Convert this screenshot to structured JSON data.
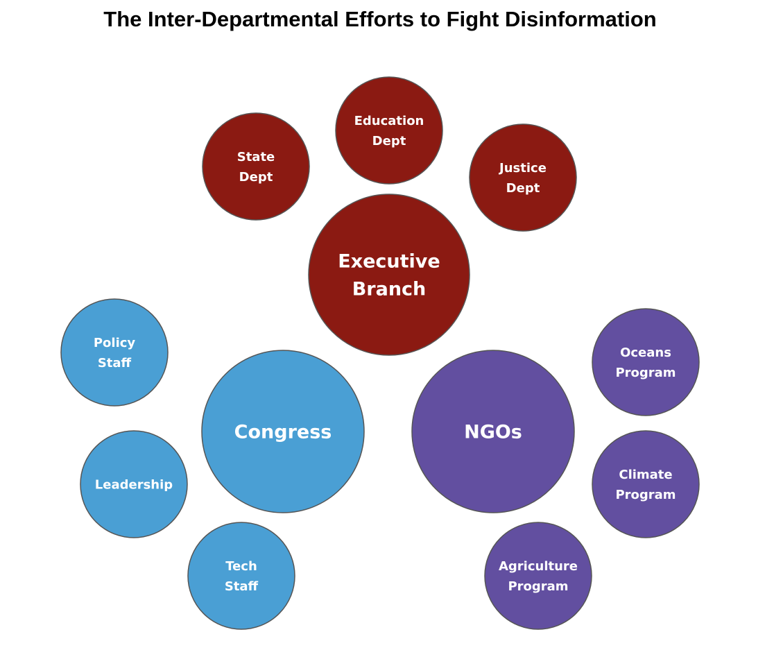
{
  "title": "The Inter-Departmental Efforts to Fight Disinformation",
  "colors": {
    "executive": "#8B1A12",
    "congress": "#4A9FD4",
    "ngo": "#624FA0",
    "stroke": "#555555"
  },
  "nodes": [
    {
      "id": "executive-branch",
      "group": "executive",
      "hub": true,
      "lines": [
        "Executive",
        "Branch"
      ]
    },
    {
      "id": "state-dept",
      "group": "executive",
      "lines": [
        "State",
        "Dept"
      ]
    },
    {
      "id": "education-dept",
      "group": "executive",
      "lines": [
        "Education",
        "Dept"
      ]
    },
    {
      "id": "justice-dept",
      "group": "executive",
      "lines": [
        "Justice",
        "Dept"
      ]
    },
    {
      "id": "congress",
      "group": "congress",
      "hub": true,
      "lines": [
        "Congress"
      ]
    },
    {
      "id": "policy-staff",
      "group": "congress",
      "lines": [
        "Policy",
        "Staff"
      ]
    },
    {
      "id": "leadership",
      "group": "congress",
      "lines": [
        "Leadership"
      ]
    },
    {
      "id": "tech-staff",
      "group": "congress",
      "lines": [
        "Tech",
        "Staff"
      ]
    },
    {
      "id": "ngos",
      "group": "ngo",
      "hub": true,
      "lines": [
        "NGOs"
      ]
    },
    {
      "id": "oceans-program",
      "group": "ngo",
      "lines": [
        "Oceans",
        "Program"
      ]
    },
    {
      "id": "climate-program",
      "group": "ngo",
      "lines": [
        "Climate",
        "Program"
      ]
    },
    {
      "id": "agriculture-program",
      "group": "ngo",
      "lines": [
        "Agriculture",
        "Program"
      ]
    }
  ]
}
